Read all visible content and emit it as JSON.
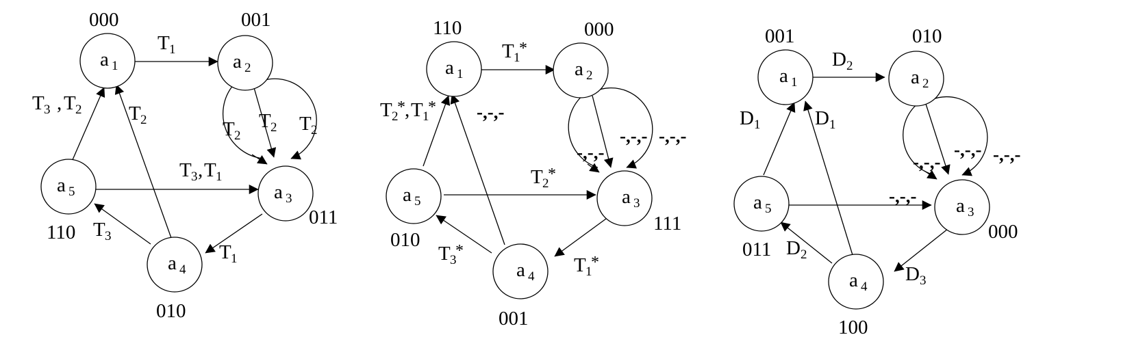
{
  "diagrams": [
    {
      "nodes": [
        {
          "id": "a1",
          "letter": "a",
          "sub": "1",
          "code": "000"
        },
        {
          "id": "a2",
          "letter": "a",
          "sub": "2",
          "code": "001"
        },
        {
          "id": "a3",
          "letter": "a",
          "sub": "3",
          "code": "011"
        },
        {
          "id": "a4",
          "letter": "a",
          "sub": "4",
          "code": "010"
        },
        {
          "id": "a5",
          "letter": "a",
          "sub": "5",
          "code": "110"
        }
      ],
      "labels": {
        "a1_a2": {
          "main": "T",
          "sub": "1"
        },
        "a5_a1": [
          {
            "main": "T",
            "sub": "3"
          },
          {
            "main": "T",
            "sub": "2"
          }
        ],
        "a4_a1": {
          "main": "T",
          "sub": "2"
        },
        "a2_a3_inner": {
          "main": "T",
          "sub": "2"
        },
        "a2_a3_loop_left": {
          "main": "T",
          "sub": "2"
        },
        "a2_a3_loop_right": {
          "main": "T",
          "sub": "2"
        },
        "a5_a3": [
          {
            "main": "T",
            "sub": "3"
          },
          {
            "main": "T",
            "sub": "1"
          }
        ],
        "a4_a5": {
          "main": "T",
          "sub": "3"
        },
        "a3_a4": {
          "main": "T",
          "sub": "1"
        }
      }
    },
    {
      "nodes": [
        {
          "id": "a1",
          "letter": "a",
          "sub": "1",
          "code": "110"
        },
        {
          "id": "a2",
          "letter": "a",
          "sub": "2",
          "code": "000"
        },
        {
          "id": "a3",
          "letter": "a",
          "sub": "3",
          "code": "111"
        },
        {
          "id": "a4",
          "letter": "a",
          "sub": "4",
          "code": "001"
        },
        {
          "id": "a5",
          "letter": "a",
          "sub": "5",
          "code": "010"
        }
      ],
      "labels": {
        "a1_a2": {
          "main": "T",
          "sub": "1",
          "star": "*"
        },
        "a5_a1": [
          {
            "main": "T",
            "sub": "2",
            "star": "*"
          },
          {
            "main": "T",
            "sub": "1",
            "star": "*"
          }
        ],
        "a4_a1": "-,-,-",
        "a2_a3_loop_left": "-,-,-",
        "a2_a3_mid": "-,-,-",
        "a2_a3_loop_right": "-,-,-",
        "a5_a3": {
          "main": "T",
          "sub": "2",
          "star": "*"
        },
        "a4_a5": {
          "main": "T",
          "sub": "3",
          "star": "*"
        },
        "a3_a4": {
          "main": "T",
          "sub": "1",
          "star": "*"
        }
      }
    },
    {
      "nodes": [
        {
          "id": "a1",
          "letter": "a",
          "sub": "1",
          "code": "001"
        },
        {
          "id": "a2",
          "letter": "a",
          "sub": "2",
          "code": "010"
        },
        {
          "id": "a3",
          "letter": "a",
          "sub": "3",
          "code": "000"
        },
        {
          "id": "a4",
          "letter": "a",
          "sub": "4",
          "code": "100"
        },
        {
          "id": "a5",
          "letter": "a",
          "sub": "5",
          "code": "011"
        }
      ],
      "labels": {
        "a1_a2": {
          "main": "D",
          "sub": "2"
        },
        "a5_a1": {
          "main": "D",
          "sub": "1"
        },
        "a4_a1": {
          "main": "D",
          "sub": "1"
        },
        "a2_a3_loop_left": "-,-,-",
        "a2_a3_mid": "-,-,-",
        "a2_a3_loop_right": "-,-,-",
        "a5_a3": "-,-,-",
        "a4_a5": {
          "main": "D",
          "sub": "2"
        },
        "a3_a4": {
          "main": "D",
          "sub": "3"
        }
      }
    }
  ]
}
